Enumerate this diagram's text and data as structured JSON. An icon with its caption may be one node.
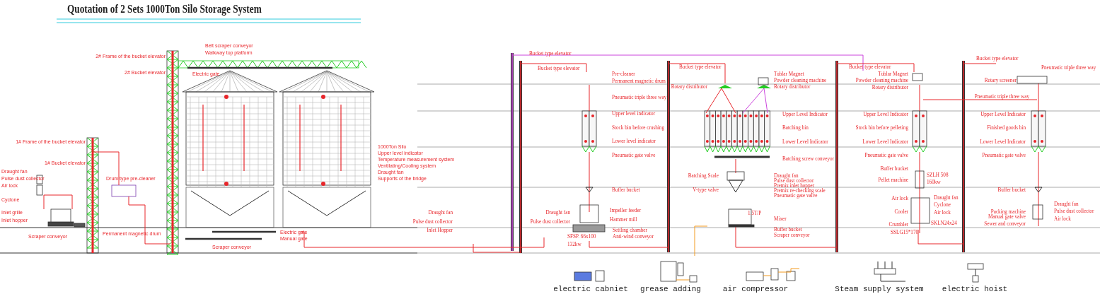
{
  "diagram": {
    "title": "Quotation of 2 Sets 1000Ton Silo Storage System",
    "labels": [
      "Draught fan",
      "Pulse dust collector",
      "Air lock",
      "Cyclone",
      "Inlet grille",
      "Inlet hopper",
      "Scraper conveyor",
      "1# Frame of the bucket elevator",
      "1# Bucket elevator",
      "Drum type pre-cleaner",
      "Permanent magnetic drum",
      "2# Frame of the bucket elevator",
      "2# Bucket elevator",
      "Belt scraper conveyor",
      "Walkway top platform",
      "Electric gate",
      "1000Ton Silo",
      "Upper level indicator",
      "Temperature measurement system",
      "Ventilating/Cooling system",
      "Draught fan",
      "Supports of the bridge",
      "Electric gate",
      "Manual gate",
      "Scraper conveyor",
      "Bucket type elevator",
      "Bucket type elevator",
      "Pre-cleaner",
      "Permanent magnetic drum",
      "Pneumatic triple three way",
      "Upper level indicator",
      "Stock bin before crushing",
      "Lower level indicator",
      "Pneumatic gate valve",
      "Buffer bucket",
      "Impeller feeder",
      "Hammer mill",
      "Settling chamber",
      "Anti-wind conveyor",
      "SFSP. 66x100",
      "132kw",
      "Draught fan",
      "Pulse dust collector",
      "Draught fan",
      "Pulse dust collector",
      "Inlet Hopper",
      "Bucket type elevator",
      "Tublar Magnet",
      "Powder cleaning machine",
      "Rotary distributor",
      "Rotary distributor",
      "Upper Level Indicator",
      "Batching bin",
      "Lower Level Indicator",
      "Batching screw conveyor",
      "Batching Scale",
      "V-type valve",
      "Draught fan",
      "Pulse dust collector",
      "Premix inlet hopper",
      "Premix re-checking scale",
      "Pneumatic gate valve",
      "1.5T/P",
      "Mixer",
      "Buffer bucket",
      "Scraper conveyor",
      "Bucket type elevator",
      "Tublar Magnet",
      "Powder cleaning machine",
      "Rotary distributor",
      "Upper Level Indicator",
      "Stock bin before pelleting",
      "Lower Level Indicator",
      "Pneumatic gate valve",
      "Buffer bucket",
      "Pellet machine",
      "SZLH 508",
      "160kw",
      "Air lock",
      "Cooler",
      "Crumbler",
      "Draught fan",
      "Cyclone",
      "Air lock",
      "SKLN24x24",
      "SSLG15*170",
      "Bucket type elevator",
      "Pneumatic triple three way",
      "Rotary screener",
      "Pneumatic triple three way",
      "Upper Level Indicator",
      "Finished goods bin",
      "Lower Level Indicator",
      "Pneumatic gate valve",
      "Buffer bucket",
      "Packing machine",
      "Manual gate valve",
      "Sewer and conveyor",
      "Draught fan",
      "Pulse dust collector",
      "Air lock",
      "electric cabniet",
      "grease adding",
      "air compressor",
      "Steam supply system",
      "electric hoist"
    ]
  }
}
